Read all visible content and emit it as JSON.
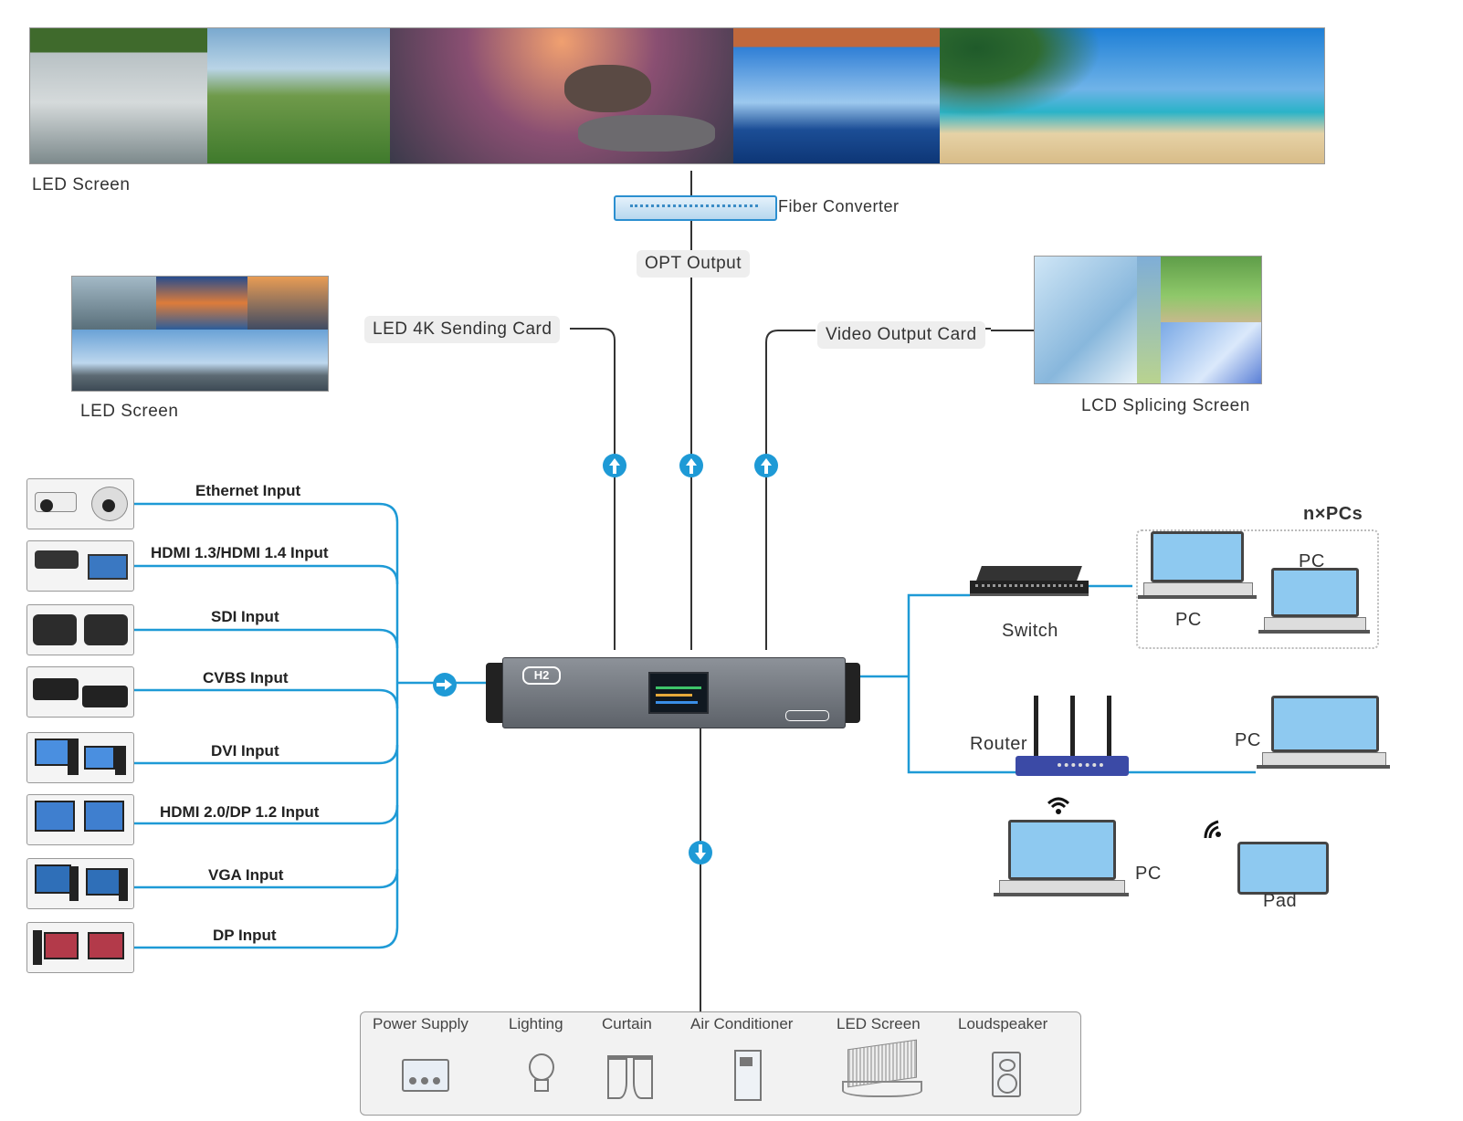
{
  "top_led": {
    "label": "LED Screen"
  },
  "fiber": {
    "label": "Fiber Converter"
  },
  "opt": {
    "label": "OPT Output"
  },
  "left_led": {
    "label": "LED Screen",
    "card": "LED 4K Sending Card"
  },
  "lcd": {
    "label": "LCD Splicing Screen",
    "card": "Video Output Card"
  },
  "device": {
    "logo": "H2"
  },
  "inputs": [
    {
      "label": "Ethernet Input"
    },
    {
      "label": "HDMI 1.3/HDMI 1.4  Input"
    },
    {
      "label": "SDI Input"
    },
    {
      "label": "CVBS Input"
    },
    {
      "label": "DVI Input"
    },
    {
      "label": "HDMI 2.0/DP 1.2 Input"
    },
    {
      "label": "VGA Input"
    },
    {
      "label": "DP Input"
    }
  ],
  "network": {
    "switch": "Switch",
    "router": "Router",
    "npcs": "n×PCs",
    "pc1": "PC",
    "pc2": "PC",
    "pc3": "PC",
    "pc4": "PC",
    "pad": "Pad"
  },
  "control_panel": {
    "items": [
      "Power Supply",
      "Lighting",
      "Curtain",
      "Air Conditioner",
      "LED Screen",
      "Loudspeaker"
    ]
  },
  "colors": {
    "wire_blue": "#1e9ad6",
    "wire_dark": "#333333",
    "arrow_blue": "#1e9ad6"
  }
}
